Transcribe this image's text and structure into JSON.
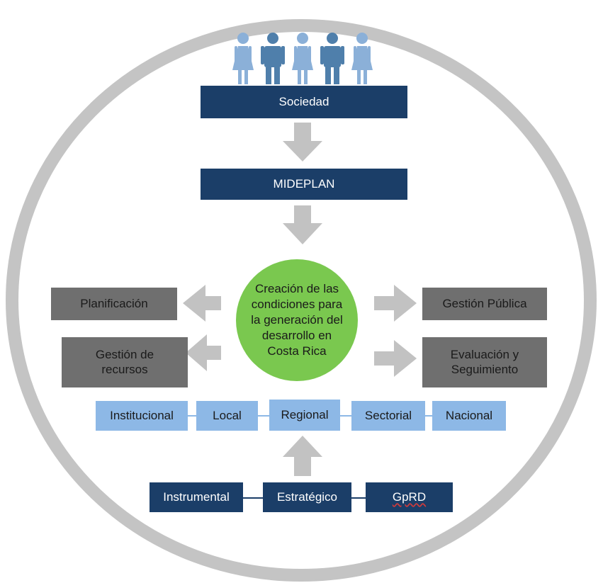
{
  "colors": {
    "ring": "#c4c4c4",
    "navy": "#1b3e68",
    "grey_box": "#6f6f6f",
    "light_blue": "#8db8e6",
    "circle_green": "#7ac84f",
    "arrow_grey": "#c2c2c2",
    "people_blue": "#8bb0d8",
    "people_navy": "#4f7fab"
  },
  "icons": [
    "female-person-icon",
    "male-person-icon",
    "female-person-icon",
    "male-person-icon",
    "female-person-icon"
  ],
  "top": {
    "sociedad": "Sociedad",
    "mideplan": "MIDEPLAN"
  },
  "center": {
    "text": "Creación de las\ncondiciones para\nla generación del\ndesarrollo en\nCosta Rica"
  },
  "left": {
    "planificacion": "Planificación",
    "gestion_recursos": "Gestión de\nrecursos"
  },
  "right": {
    "gestion_publica": "Gestión Pública",
    "evaluacion": "Evaluación y\nSeguimiento"
  },
  "levels": [
    "Institucional",
    "Local",
    "Regional",
    "Sectorial",
    "Nacional"
  ],
  "bottom": [
    "Instrumental",
    "Estratégico",
    "GpRD"
  ]
}
